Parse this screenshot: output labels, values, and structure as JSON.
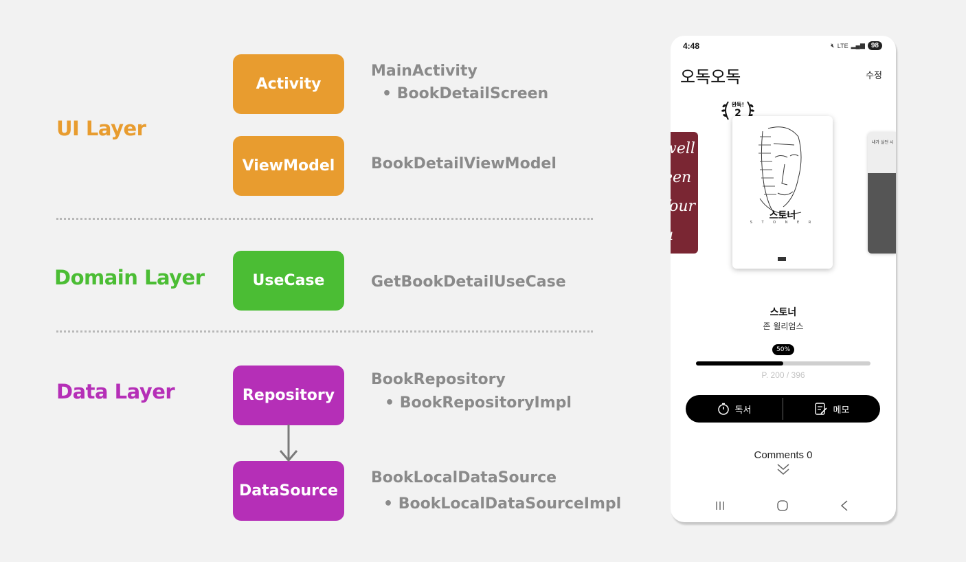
{
  "layers": [
    {
      "label": "UI Layer",
      "color": "#e89c2f"
    },
    {
      "label": "Domain Layer",
      "color": "#4bbd34"
    },
    {
      "label": "Data Layer",
      "color": "#b52fb7"
    }
  ],
  "boxes": {
    "activity": {
      "label": "Activity",
      "color": "#e89c2f"
    },
    "viewmodel": {
      "label": "ViewModel",
      "color": "#e89c2f"
    },
    "usecase": {
      "label": "UseCase",
      "color": "#4bbd34"
    },
    "repository": {
      "label": "Repository",
      "color": "#b52fb7"
    },
    "datasource": {
      "label": "DataSource",
      "color": "#b52fb7"
    }
  },
  "descriptions": {
    "activity": {
      "main": "MainActivity",
      "sub": "• BookDetailScreen"
    },
    "viewmodel": {
      "main": "BookDetailViewModel"
    },
    "usecase": {
      "main": "GetBookDetailUseCase"
    },
    "repository": {
      "main": "BookRepository",
      "sub": "• BookRepositoryImpl"
    },
    "datasource": {
      "main": "BookLocalDataSource",
      "sub": "• BookLocalDataSourceImpl"
    }
  },
  "phone": {
    "status_time": "4:48",
    "status_network": "LTE",
    "battery": "98",
    "app_title": "오독오독",
    "edit_label": "수정",
    "badge_text": "완독!",
    "badge_count": "2",
    "cover_title": "스토너",
    "cover_sub": "S T O N E R",
    "left_cover_text": "well\neen\nfour\nu",
    "right_cover_text": "내가 살던 시",
    "book_title": "스토너",
    "book_author": "존 윌리엄스",
    "progress": 0.5,
    "progress_label": "50%",
    "pages_text": "P. 200 / 396",
    "action_read": "독서",
    "action_memo": "메모",
    "comments": "Comments 0"
  }
}
